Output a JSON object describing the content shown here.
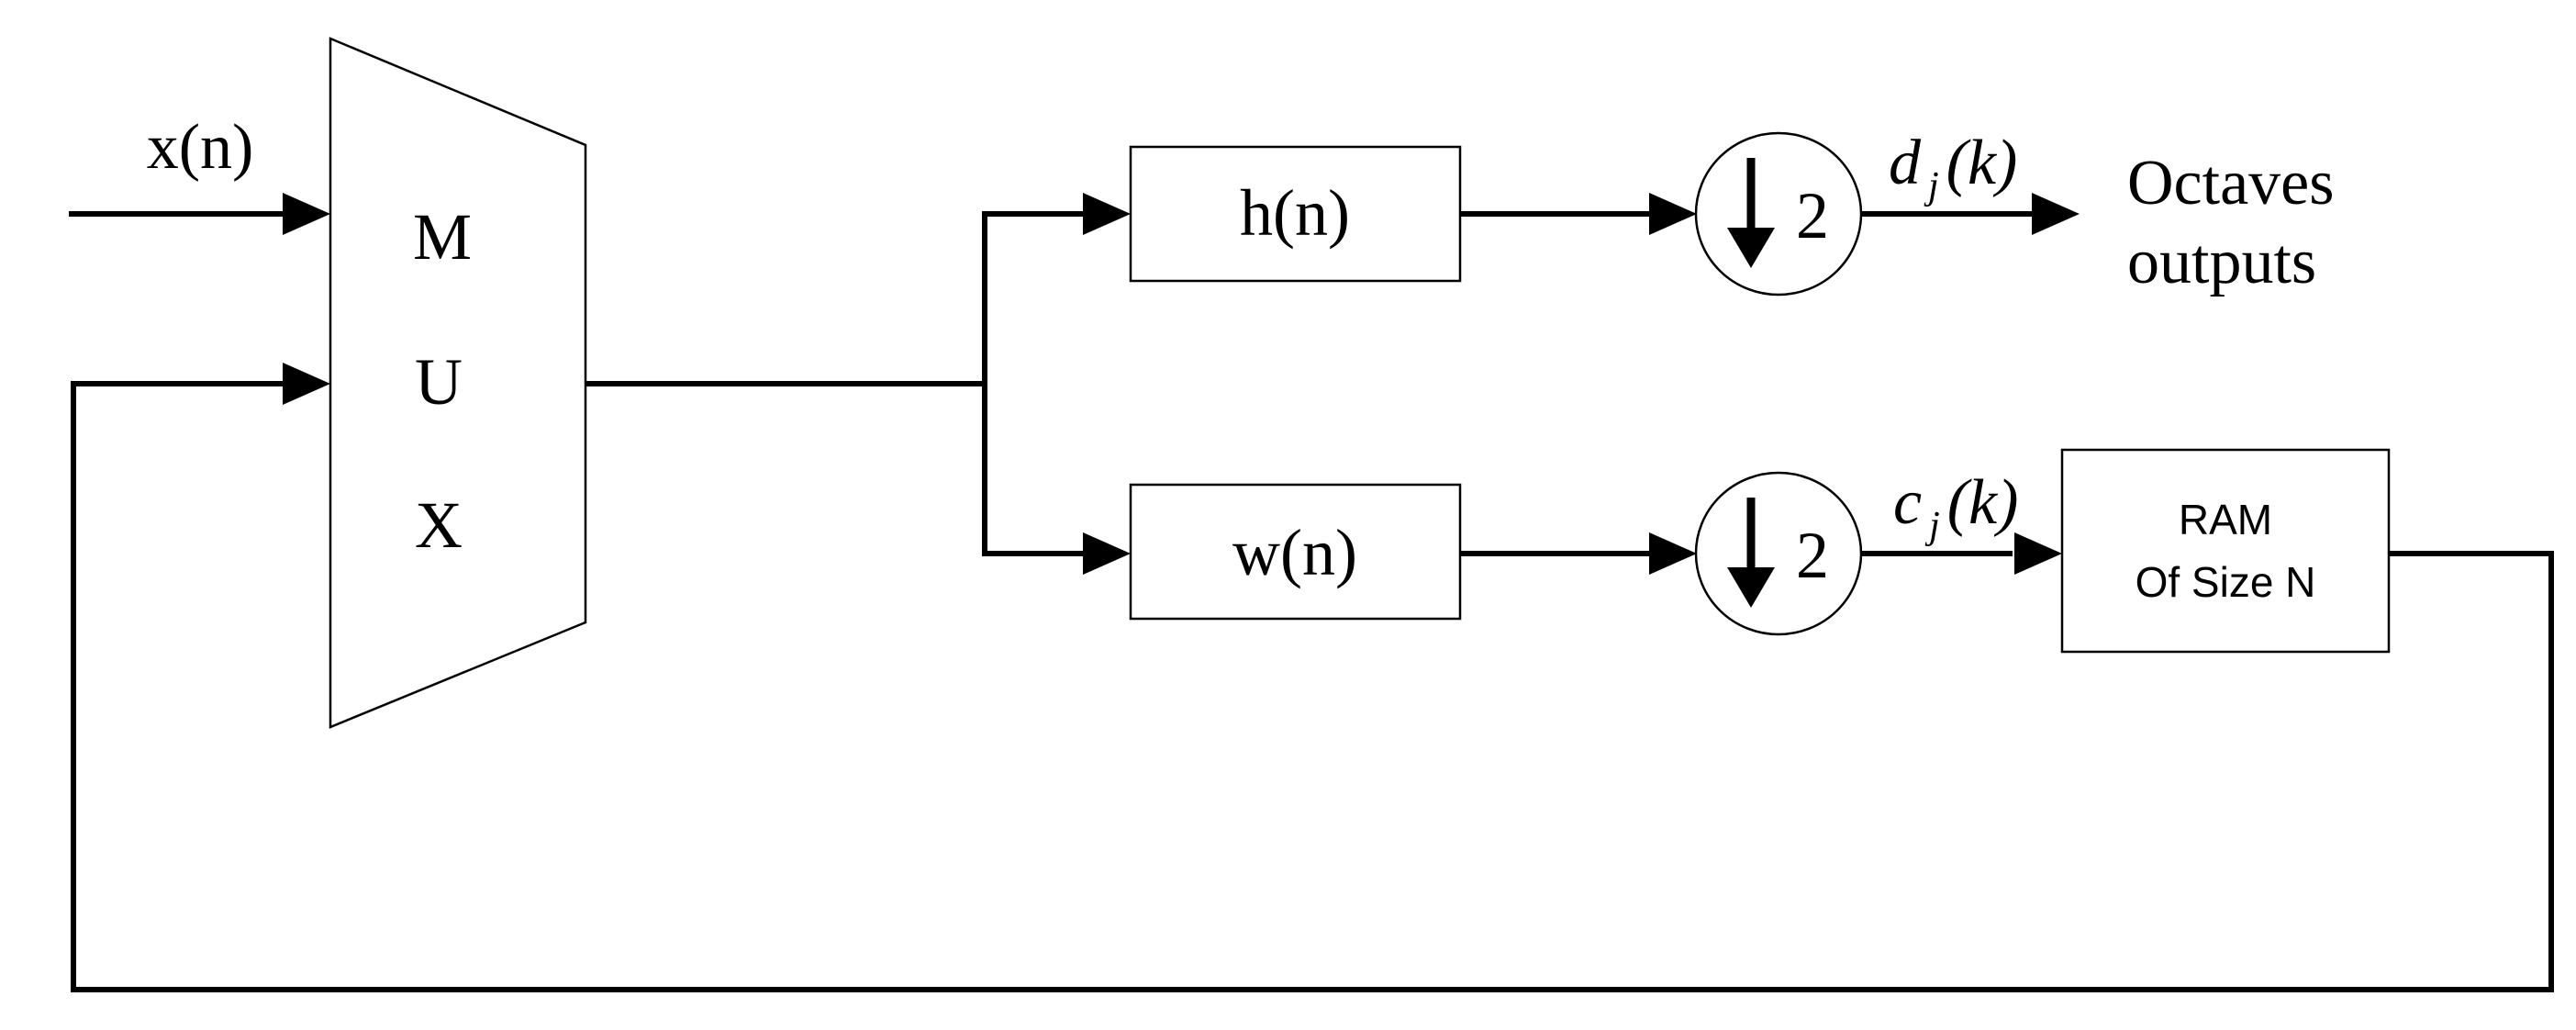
{
  "input_label": "x(n)",
  "mux_letters": [
    "M",
    "U",
    "X"
  ],
  "filter_top": "h(n)",
  "filter_bottom": "w(n)",
  "downsample_top": "2",
  "downsample_bottom": "2",
  "detail_output": {
    "var": "d",
    "sub": "j",
    "arg": "(k)"
  },
  "approx_output": {
    "var": "c",
    "sub": "j",
    "arg": "(k)"
  },
  "octaves_lines": [
    "Octaves",
    "outputs"
  ],
  "ram_lines": [
    "RAM",
    "Of Size N"
  ]
}
